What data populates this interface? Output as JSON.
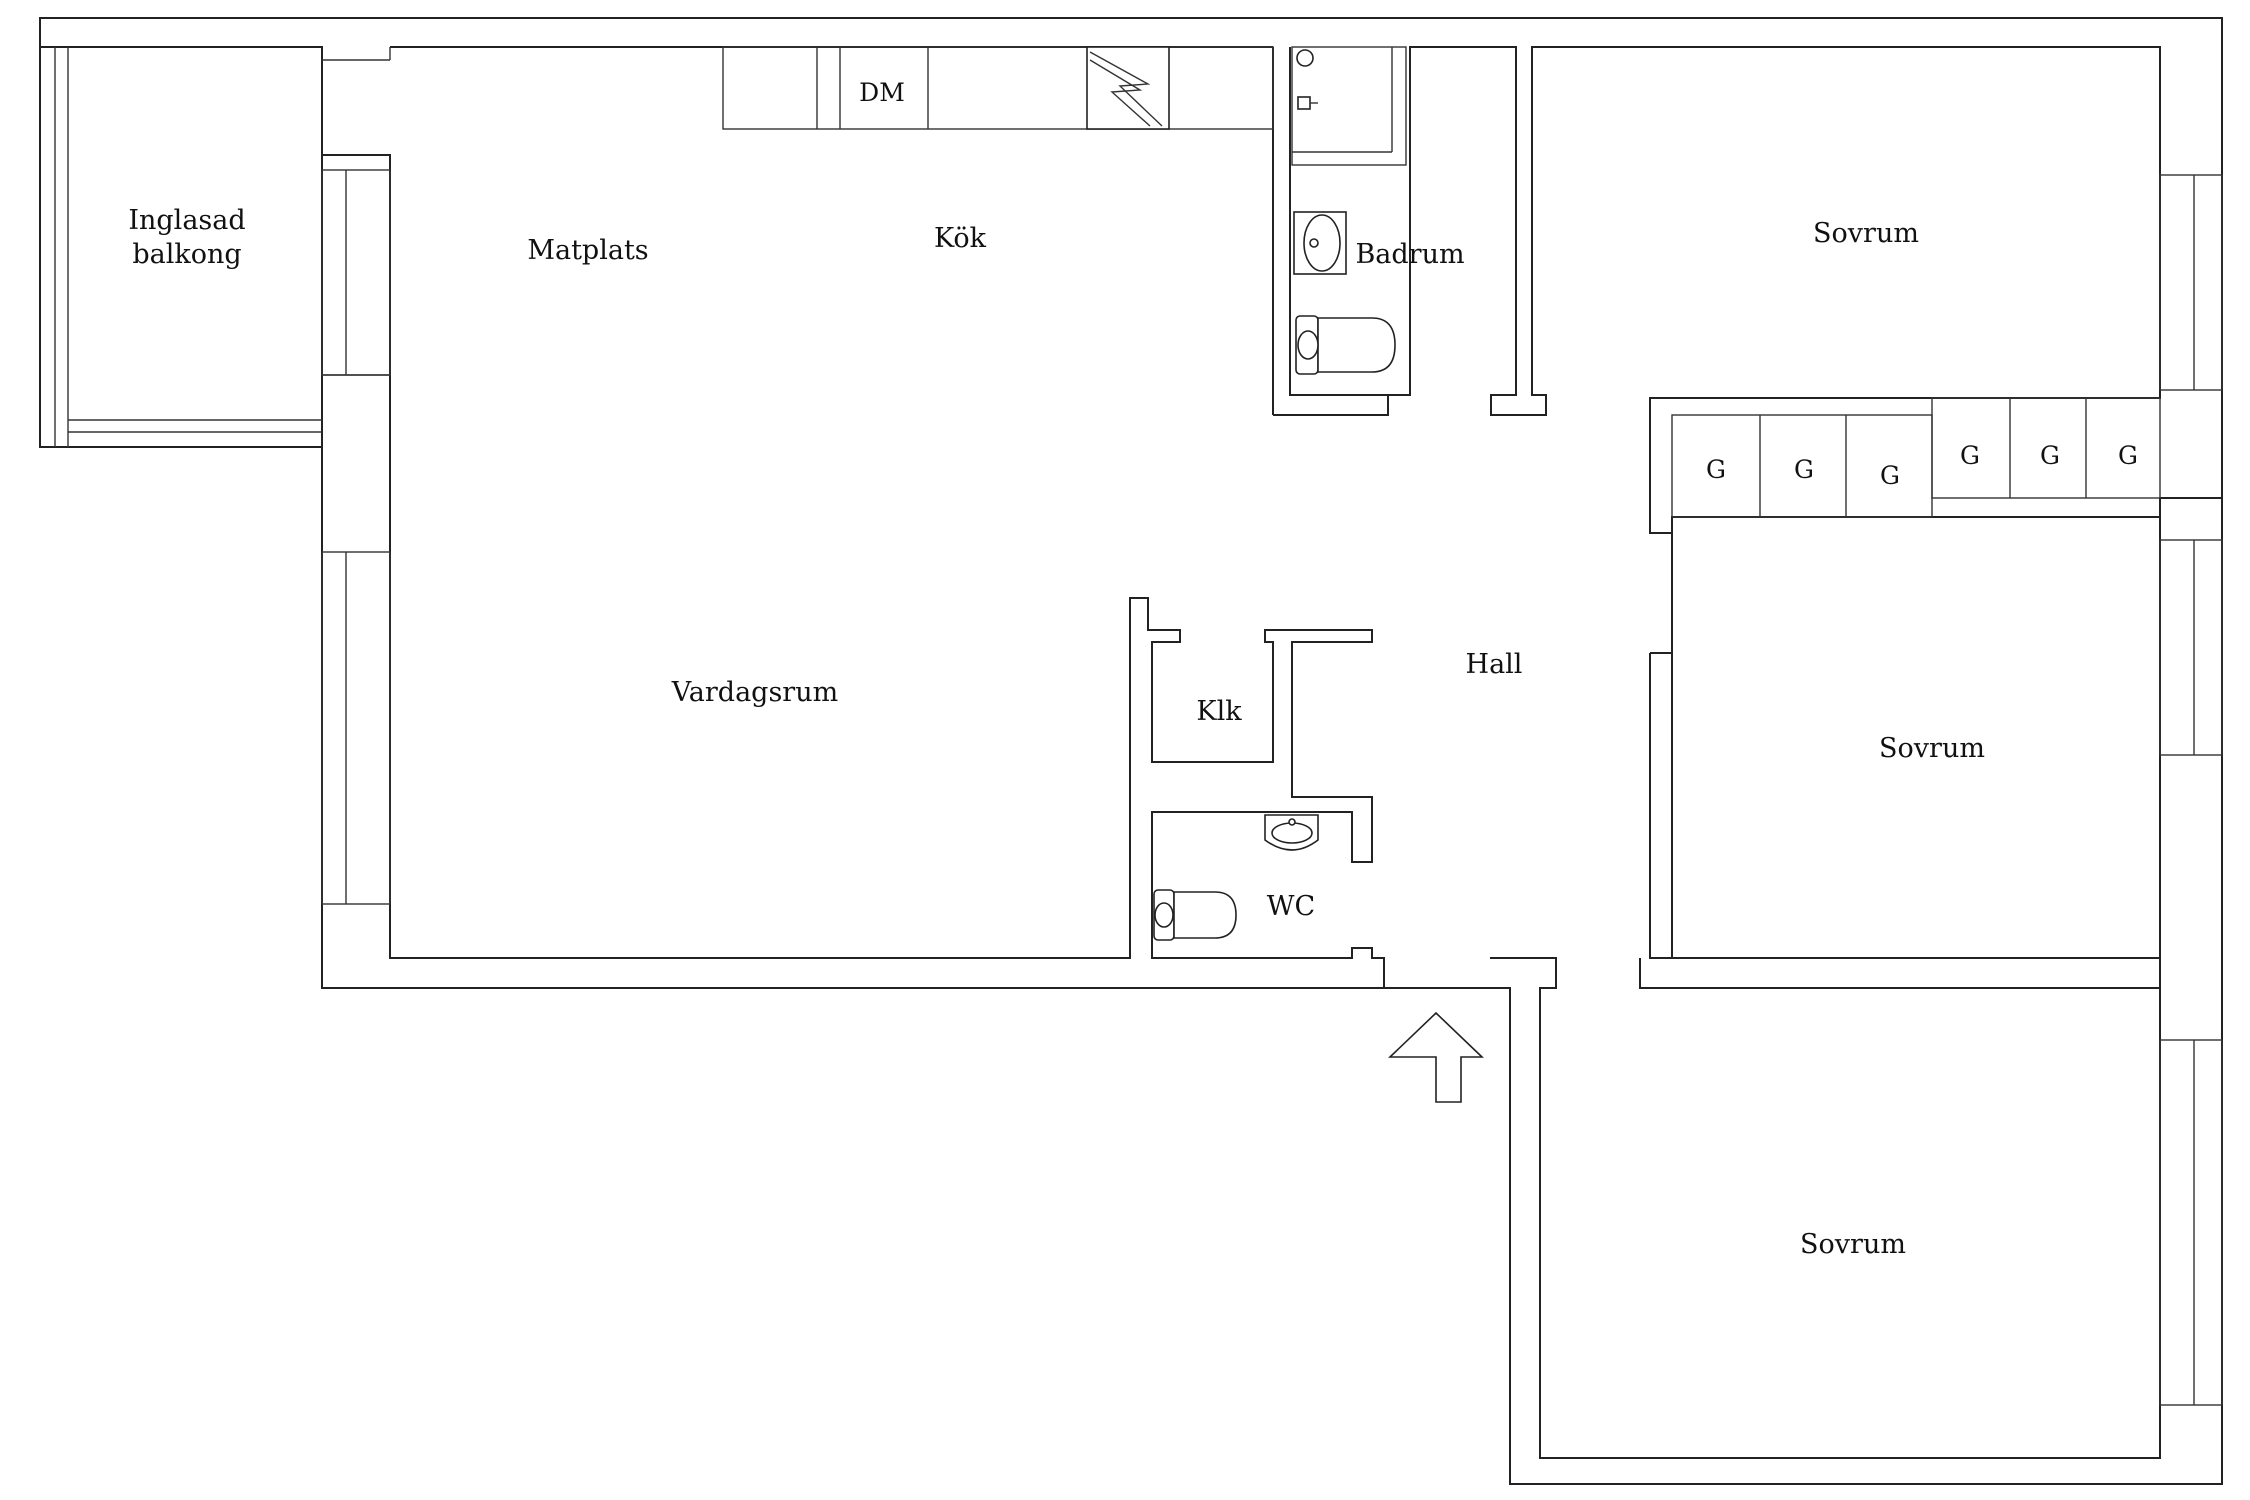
{
  "rooms": {
    "balcony_line1": "Inglasad",
    "balcony_line2": "balkong",
    "dining": "Matplats",
    "kitchen": "Kök",
    "dishwasher": "DM",
    "bathroom": "Badrum",
    "bedroom_1": "Sovrum",
    "bedroom_2": "Sovrum",
    "bedroom_3": "Sovrum",
    "living": "Vardagsrum",
    "closet": "Klk",
    "hall": "Hall",
    "wc": "WC"
  },
  "wardrobes": [
    "G",
    "G",
    "G",
    "G",
    "G",
    "G"
  ],
  "icons": {
    "entrance": "entrance-arrow-icon",
    "stove": "stove-icon",
    "sink": "sink-icon",
    "toilet": "toilet-icon",
    "shower": "shower-icon"
  },
  "colors": {
    "line": "#222222",
    "background": "#ffffff"
  }
}
